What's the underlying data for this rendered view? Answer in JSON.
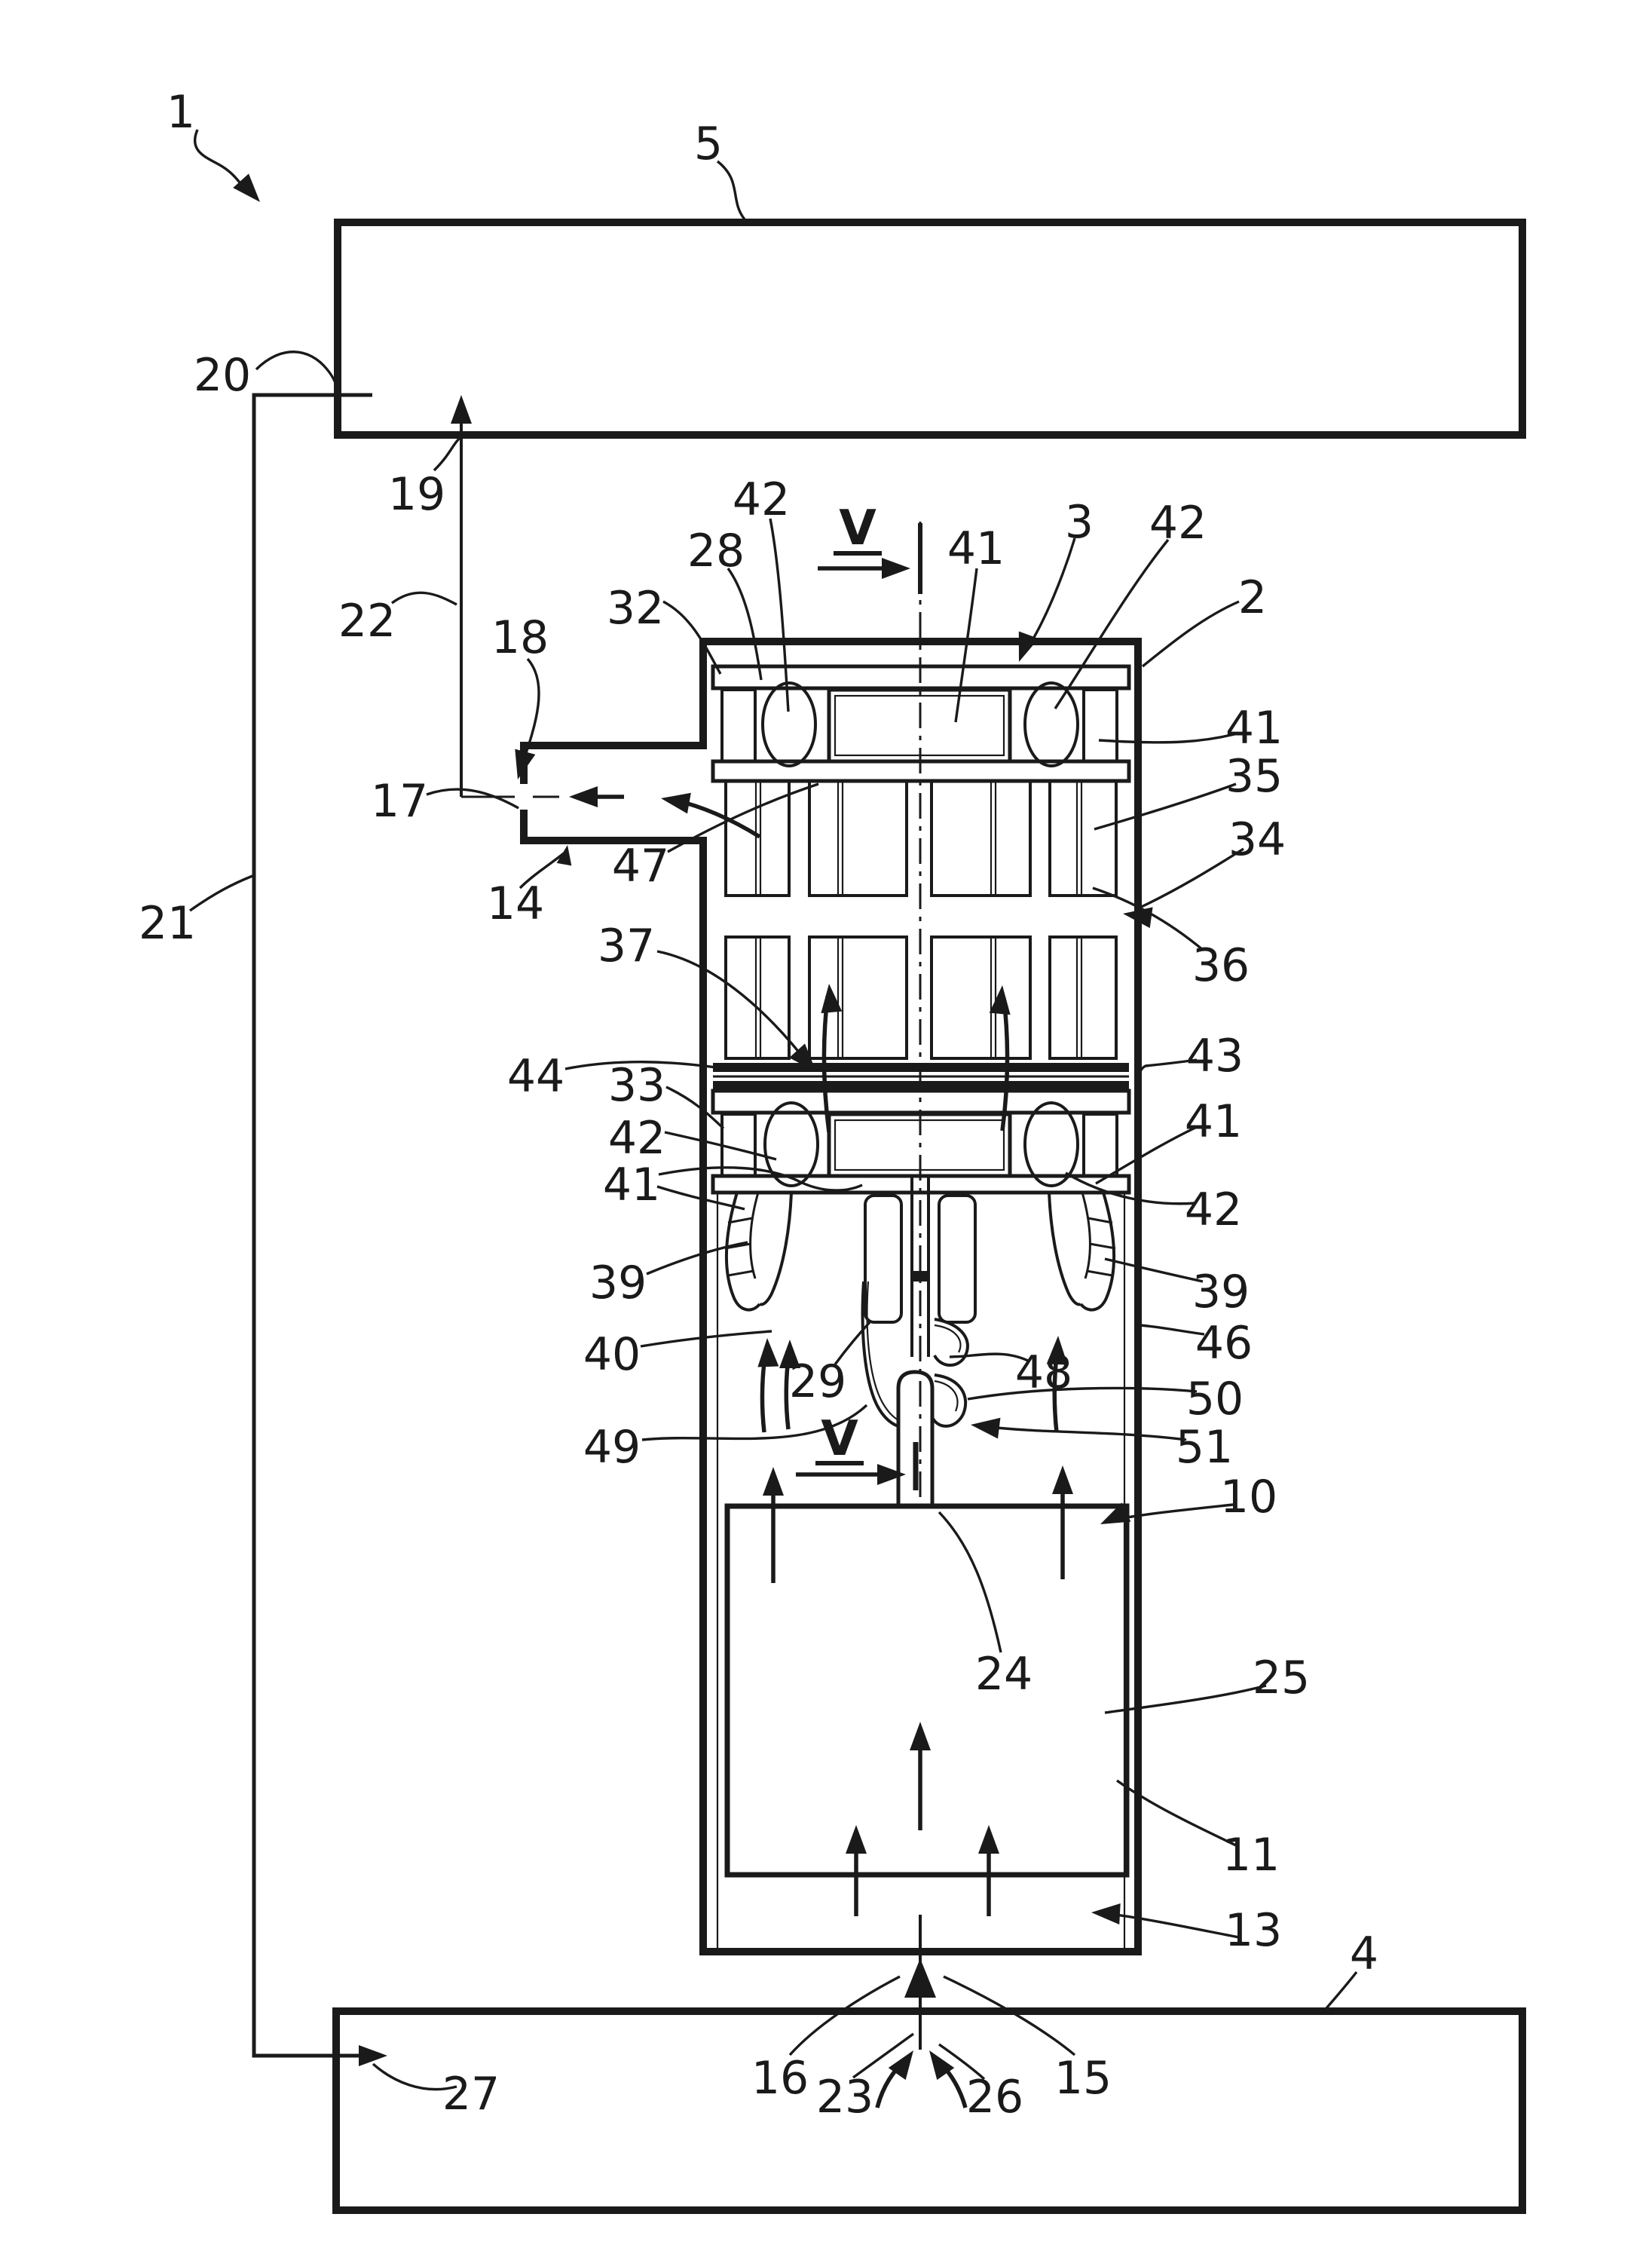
{
  "figure": {
    "kind": "patent line drawing",
    "background": "#ffffff",
    "ink_color": "#1a1a1a"
  },
  "labels": {
    "1": "1",
    "2": "2",
    "3": "3",
    "4": "4",
    "5": "5",
    "10": "10",
    "11": "11",
    "13": "13",
    "14": "14",
    "15": "15",
    "16": "16",
    "17": "17",
    "18": "18",
    "19": "19",
    "20": "20",
    "21": "21",
    "22": "22",
    "23": "23",
    "24": "24",
    "25": "25",
    "26": "26",
    "27": "27",
    "28": "28",
    "29": "29",
    "32": "32",
    "33": "33",
    "34": "34",
    "35": "35",
    "36": "36",
    "37": "37",
    "39": "39",
    "40": "40",
    "41": "41",
    "42": "42",
    "43": "43",
    "44": "44",
    "46": "46",
    "47": "47",
    "48": "48",
    "49": "49",
    "50": "50",
    "51": "51"
  },
  "section_marker": {
    "letter": "V"
  }
}
